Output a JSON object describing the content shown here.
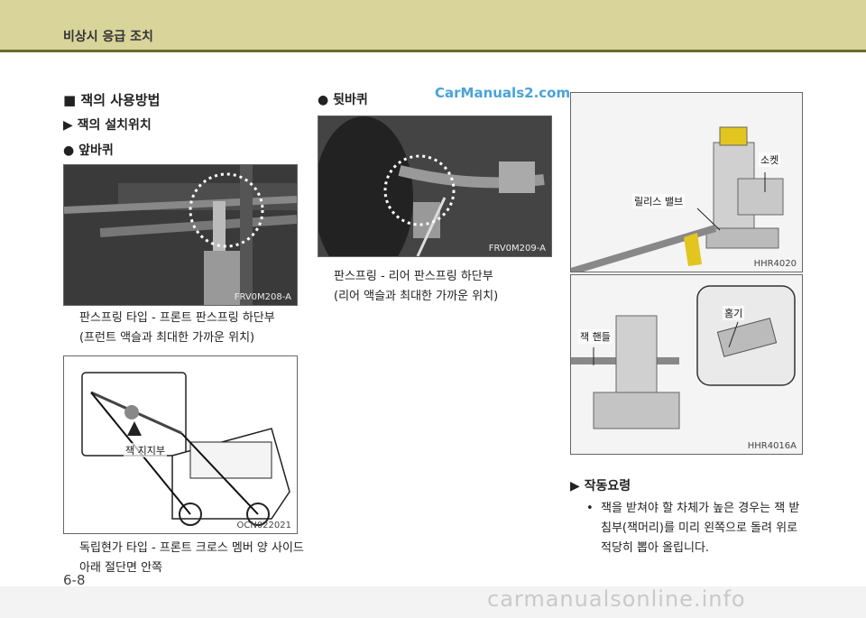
{
  "header": {
    "title": "비상시 응급 조치"
  },
  "section": {
    "title": "■ 잭의 사용방법",
    "sub1": "▶ 잭의 설치위치",
    "front": "● 앞바퀴",
    "rear": "● 뒷바퀴"
  },
  "figures": {
    "f1": {
      "code": "FRV0M208-A",
      "caption1": "판스프링 타입 - 프론트 판스프링 하단부",
      "caption2": "(프런트 액슬과 최대한 가까운 위치)"
    },
    "f2": {
      "code": "FRV0M209-A",
      "caption1": "판스프링 - 리어 판스프링 하단부",
      "caption2": "(리어 액슬과 최대한 가까운 위치)"
    },
    "f3": {
      "code": "OCN022021",
      "label": "잭 지지부",
      "caption1": "독립현가 타입 - 프론트 크로스 멤버 양 사이드",
      "caption2": "아래 절단면 안쪽"
    },
    "f4": {
      "code": "HHR4020",
      "label_socket": "소켓",
      "label_valve": "릴리스 밸브"
    },
    "f5": {
      "code": "HHR4016A",
      "label_handle": "잭 핸들",
      "label_groove": "홈기"
    }
  },
  "operation": {
    "title": "▶ 작동요령",
    "bullet": "•",
    "line1": "잭을 받쳐야 할 차체가 높은 경우는 잭 받",
    "line2": "침부(잭머리)를 미리 왼쪽으로 돌려 위로",
    "line3": "적당히 뽑아 올립니다."
  },
  "watermark": "CarManuals2.com",
  "page_number": "6-8",
  "footer": "carmanualsonline.info"
}
